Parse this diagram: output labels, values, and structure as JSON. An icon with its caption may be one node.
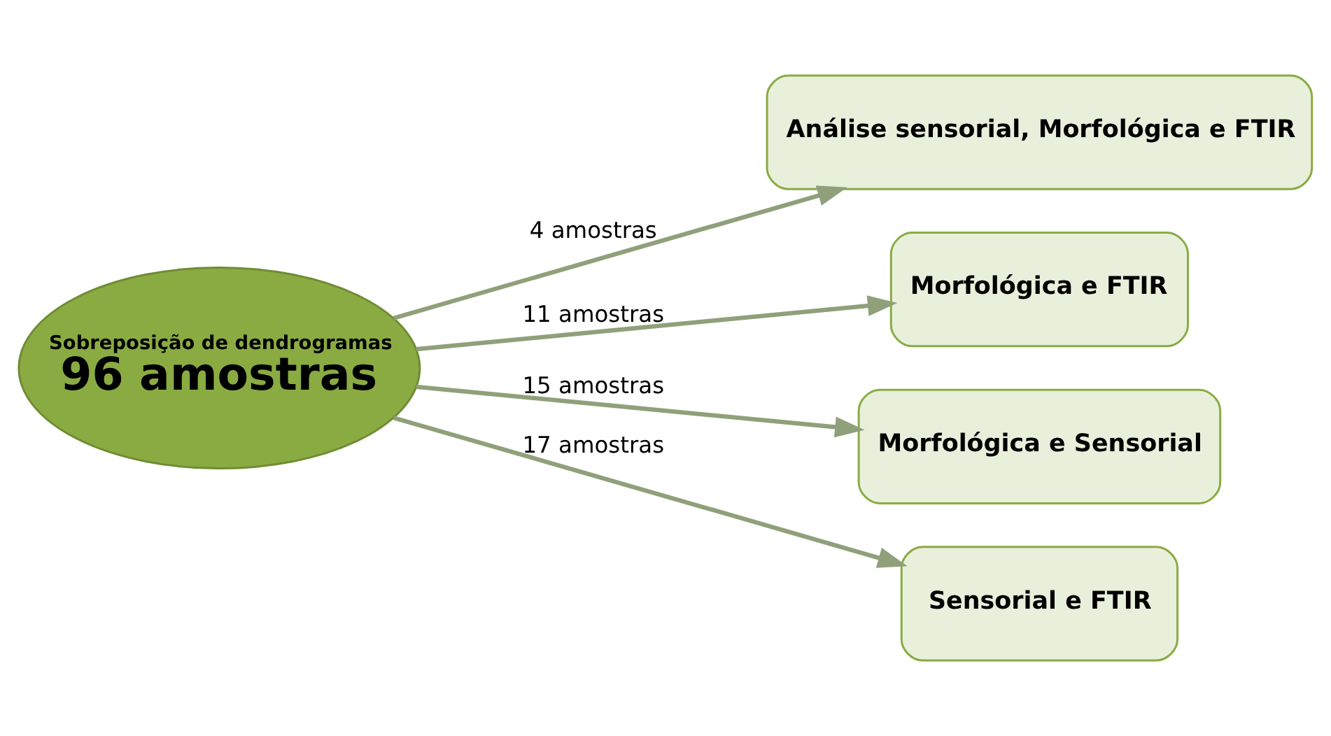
{
  "diagram": {
    "nodes": [
      {
        "text": [
          "Sobreposição de dendrogramas",
          "96 amostras"
        ]
      },
      {
        "text": [
          "Análise sensorial, Morfológica e FTIR"
        ]
      },
      {
        "text": [
          "Morfológica e FTIR"
        ]
      },
      {
        "text": [
          "Morfológica e Sensorial"
        ]
      },
      {
        "text": [
          "Sensorial e FTIR"
        ]
      }
    ],
    "edges": [
      {
        "from": 0,
        "to": 1,
        "arrow": "to",
        "label": "4 amostras"
      },
      {
        "from": 0,
        "to": 2,
        "arrow": "to",
        "label": "11 amostras"
      },
      {
        "from": 0,
        "to": 3,
        "arrow": "to",
        "label": "15 amostras"
      },
      {
        "from": 0,
        "to": 4,
        "arrow": "to",
        "label": "17 amostras"
      }
    ]
  }
}
